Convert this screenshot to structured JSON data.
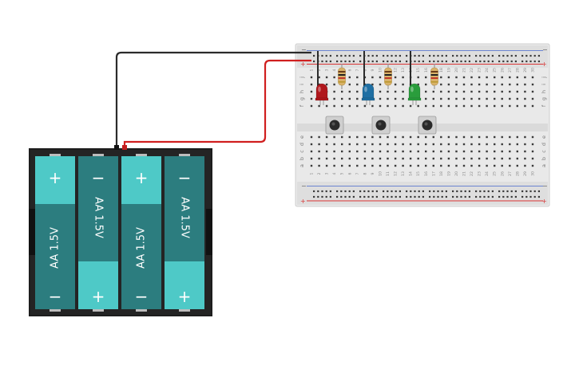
{
  "battery_pack": {
    "cells": [
      {
        "label": "AA 1.5V",
        "top_sign": "+",
        "bottom_sign": "−"
      },
      {
        "label": "AA 1.5V",
        "top_sign": "−",
        "bottom_sign": "+"
      },
      {
        "label": "AA 1.5V",
        "top_sign": "+",
        "bottom_sign": "−"
      },
      {
        "label": "AA 1.5V",
        "top_sign": "−",
        "bottom_sign": "+"
      }
    ]
  },
  "breadboard": {
    "rail_top_neg": "−",
    "rail_top_pos": "+",
    "rail_bottom_neg": "−",
    "rail_bottom_pos": "+",
    "rows_upper": [
      "j",
      "i",
      "h",
      "g",
      "f"
    ],
    "rows_lower": [
      "e",
      "d",
      "c",
      "b",
      "a"
    ],
    "column_count": 30
  },
  "leds": [
    {
      "name": "red-led",
      "color": "#b0171c"
    },
    {
      "name": "blue-led",
      "color": "#1f6fa3"
    },
    {
      "name": "green-led",
      "color": "#2a9d3c"
    }
  ],
  "colors": {
    "wire_black": "#2b2b2b",
    "wire_red": "#d01f1f",
    "cell_teal": "#2c7d7f",
    "cell_light": "#4ec9c7",
    "pack_black": "#1d1d1d",
    "board_body": "#e8e8e8",
    "rail_red": "#d93434",
    "rail_blue": "#4466cc"
  }
}
